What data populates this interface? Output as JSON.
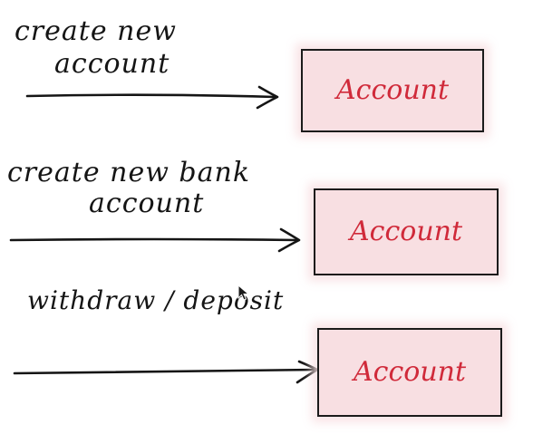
{
  "diagram": {
    "rows": [
      {
        "label_lines": [
          "create new",
          "account"
        ],
        "box_text": "Account"
      },
      {
        "label_lines": [
          "create new bank",
          "account"
        ],
        "box_text": "Account"
      },
      {
        "label_lines": [
          "withdraw / deposit"
        ],
        "box_text": "Account"
      }
    ],
    "colors": {
      "ink": "#151515",
      "box_fill": "#f8dfe2",
      "box_text": "#d02a3a"
    }
  }
}
